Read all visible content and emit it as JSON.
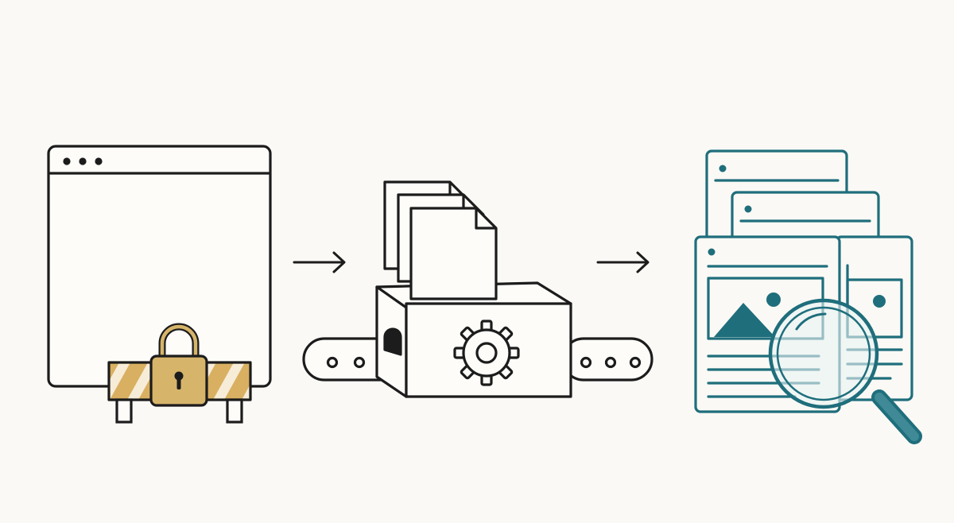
{
  "colors": {
    "background": "#fbf9f5",
    "stroke": "#1c1c1c",
    "barrier_gold": "#d9b061",
    "barrier_light": "#f6ecd8",
    "lock_gold": "#d6b46a",
    "teal": "#1f6e7c",
    "teal_light": "#eaf3f4"
  },
  "steps": [
    {
      "id": "blocked-website",
      "icons": [
        "browser-window-icon",
        "barrier-icon",
        "padlock-icon"
      ]
    },
    {
      "id": "processing",
      "icons": [
        "documents-icon",
        "machine-icon",
        "gear-icon",
        "conveyor-belt-icon"
      ]
    },
    {
      "id": "inspected-pages",
      "icons": [
        "web-pages-icon",
        "image-placeholder-icon",
        "magnifying-glass-icon"
      ]
    }
  ],
  "connectors": [
    "arrow-right-icon",
    "arrow-right-icon"
  ]
}
